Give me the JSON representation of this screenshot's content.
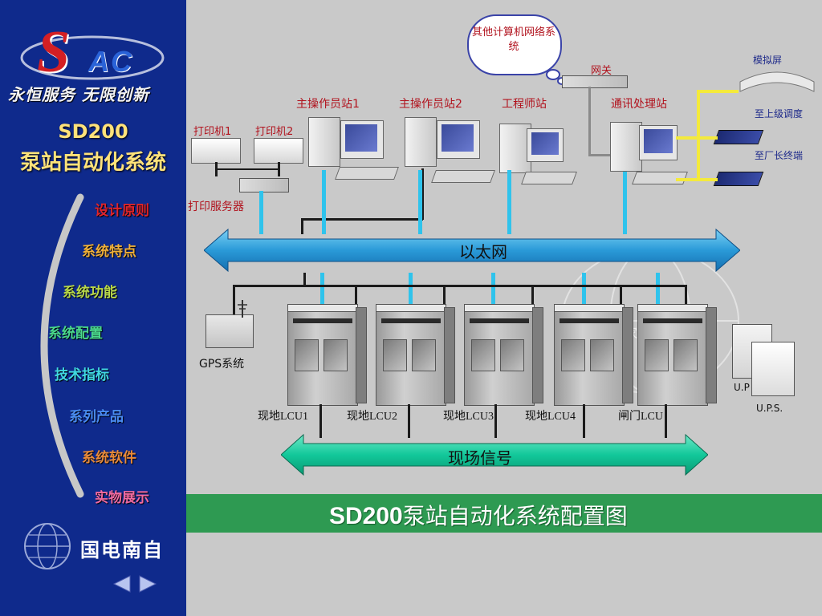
{
  "sidebar": {
    "logo_s": "S",
    "logo_ac": "AC",
    "slogan": "永恒服务  无限创新",
    "product_line1": "SD200",
    "product_line2": "泵站自动化系统",
    "menu": [
      {
        "label": "设计原则",
        "color": "#e0242a"
      },
      {
        "label": "系统特点",
        "color": "#f0b03a"
      },
      {
        "label": "系统功能",
        "color": "#b8d84a"
      },
      {
        "label": "系统配置",
        "color": "#4ad88c"
      },
      {
        "label": "技术指标",
        "color": "#40d8e0"
      },
      {
        "label": "系列产品",
        "color": "#4a8cf0"
      },
      {
        "label": "系统软件",
        "color": "#e88a3a"
      },
      {
        "label": "实物展示",
        "color": "#f06aa0"
      }
    ],
    "company": "国电南自",
    "nav_prev": "previous",
    "nav_next": "next"
  },
  "diagram": {
    "cloud": "其他计算机网络系统",
    "gateway": "网关",
    "stations": [
      "主操作员站1",
      "主操作员站2",
      "工程师站",
      "通讯处理站"
    ],
    "printers": [
      "打印机1",
      "打印机2"
    ],
    "print_server": "打印服务器",
    "ethernet": "以太网",
    "gps": "GPS系统",
    "lcus": [
      "现地LCU1",
      "现地LCU2",
      "现地LCU3",
      "现地LCU4",
      "闸门LCU"
    ],
    "ups_labels": [
      "U.P",
      "U.P.S."
    ],
    "field_signal": "现场信号",
    "right_labels": [
      "模拟屏",
      "至上级调度",
      "至厂长终端"
    ],
    "watermark": "家 高科 股",
    "footer_title_bold": "SD200",
    "footer_title_rest": "泵站自动化系统配置图",
    "colors": {
      "ethernet_band": "#2a9ad8",
      "field_band": "#12c89a",
      "footer_band": "#2e9a52",
      "link_blue": "#2fc3ec",
      "label_red": "#b1121d"
    }
  }
}
